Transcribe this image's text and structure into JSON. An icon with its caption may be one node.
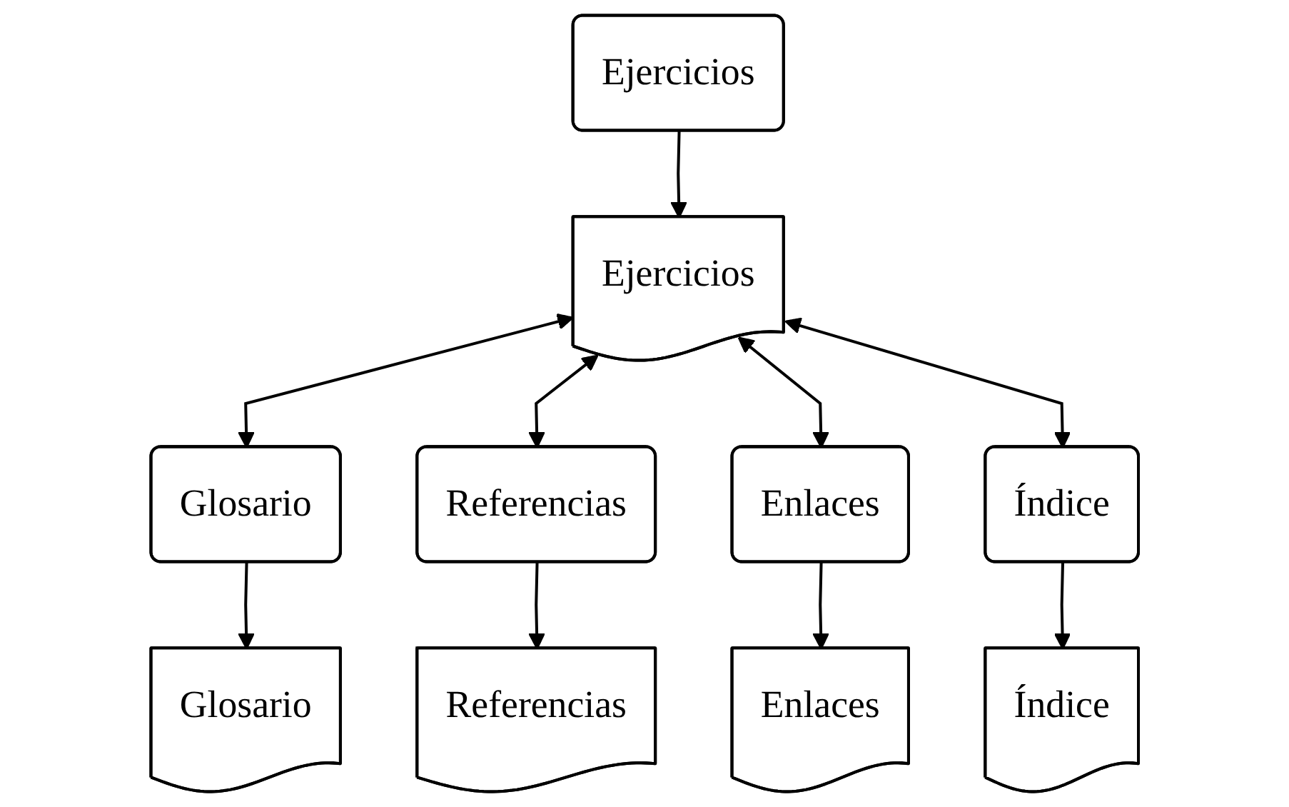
{
  "diagram": {
    "nodes": [
      {
        "text": [
          "Ejercicios"
        ]
      },
      {
        "text": [
          "Ejercicios"
        ]
      },
      {
        "text": [
          "Glosario"
        ]
      },
      {
        "text": [
          "Referencias"
        ]
      },
      {
        "text": [
          "Enlaces"
        ]
      },
      {
        "text": [
          "Índice"
        ]
      },
      {
        "text": [
          "Glosario"
        ]
      },
      {
        "text": [
          "Referencias"
        ]
      },
      {
        "text": [
          "Enlaces"
        ]
      },
      {
        "text": [
          "Índice"
        ]
      }
    ],
    "edges": [
      {
        "from": 0,
        "to": 1,
        "arrow": "to"
      },
      {
        "from": 1,
        "to": 2,
        "arrow": "both"
      },
      {
        "from": 1,
        "to": 3,
        "arrow": "both"
      },
      {
        "from": 1,
        "to": 4,
        "arrow": "both"
      },
      {
        "from": 1,
        "to": 5,
        "arrow": "both"
      },
      {
        "from": 2,
        "to": 6,
        "arrow": "to"
      },
      {
        "from": 3,
        "to": 7,
        "arrow": "to"
      },
      {
        "from": 4,
        "to": 8,
        "arrow": "to"
      },
      {
        "from": 5,
        "to": 9,
        "arrow": "to"
      }
    ]
  }
}
